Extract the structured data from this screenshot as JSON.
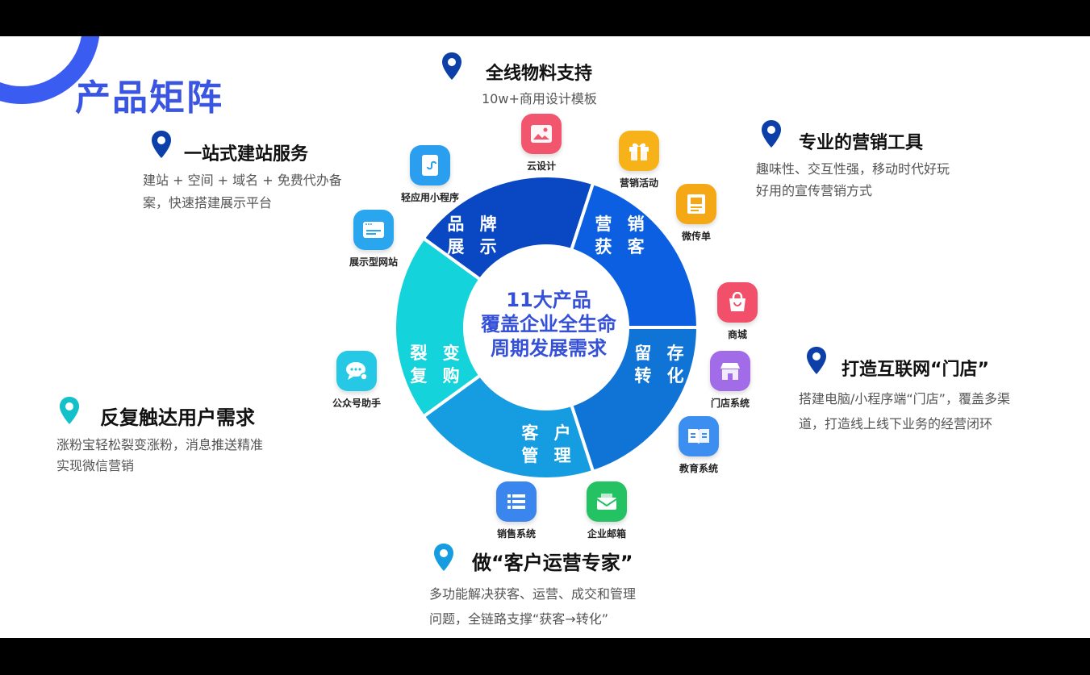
{
  "title": "产品矩阵",
  "center": {
    "line1": "11大产品",
    "line2": "覆盖企业全生命",
    "line3": "周期发展需求"
  },
  "segments": [
    {
      "line1": "品 牌",
      "line2": "展 示",
      "color": "#0a47c2"
    },
    {
      "line1": "营 销",
      "line2": "获 客",
      "color": "#0b5fe0"
    },
    {
      "line1": "留 存",
      "line2": "转 化",
      "color": "#0f74d6"
    },
    {
      "line1": "客 户",
      "line2": "管 理",
      "color": "#169ce0"
    },
    {
      "line1": "裂 变",
      "line2": "复 购",
      "color": "#14d3db"
    }
  ],
  "callouts": {
    "top": {
      "heading": "全线物料支持",
      "desc1": "10w+商用设计模板"
    },
    "top_left": {
      "heading": "一站式建站服务",
      "desc1": "建站 + 空间 + 域名 + 免费代办备",
      "desc2": "案，快速搭建展示平台"
    },
    "top_right": {
      "heading": "专业的营销工具",
      "desc1": "趣味性、交互性强，移动时代好玩",
      "desc2": "好用的宣传营销方式"
    },
    "right": {
      "heading": "打造互联网“门店”",
      "desc1": "搭建电脑/小程序端“门店”，覆盖多渠",
      "desc2": "道，打造线上线下业务的经营闭环"
    },
    "left": {
      "heading": "反复触达用户需求",
      "desc1": "涨粉宝轻松裂变涨粉，消息推送精准",
      "desc2": "实现微信营销"
    },
    "bottom": {
      "heading": "做“客户运营专家”",
      "desc1": "多功能解决获客、运营、成交和管理",
      "desc2": "问题，全链路支撑“获客→转化”"
    }
  },
  "apps": [
    {
      "label": "云设计",
      "icon": "image-icon",
      "color": "#f2556e"
    },
    {
      "label": "营销活动",
      "icon": "gift-icon",
      "color": "#f7b21a"
    },
    {
      "label": "微传单",
      "icon": "flyer-icon",
      "color": "#f5a815"
    },
    {
      "label": "商城",
      "icon": "shopping-bag-icon",
      "color": "#f2506a"
    },
    {
      "label": "门店系统",
      "icon": "store-icon",
      "color": "#a26be8"
    },
    {
      "label": "教育系统",
      "icon": "book-icon",
      "color": "#3c8ff0"
    },
    {
      "label": "企业邮箱",
      "icon": "mail-icon",
      "color": "#24c262"
    },
    {
      "label": "销售系统",
      "icon": "list-icon",
      "color": "#3a86ee"
    },
    {
      "label": "公众号助手",
      "icon": "wechat-icon",
      "color": "#25c9e6"
    },
    {
      "label": "展示型网站",
      "icon": "browser-icon",
      "color": "#2aa6ee"
    },
    {
      "label": "轻应用小程序",
      "icon": "mini-program-icon",
      "color": "#2a9ff0"
    }
  ],
  "colors": {
    "title": "#3a55e0",
    "pin_dark": "#0d3fa8",
    "pin_light": "#14c1c9"
  }
}
